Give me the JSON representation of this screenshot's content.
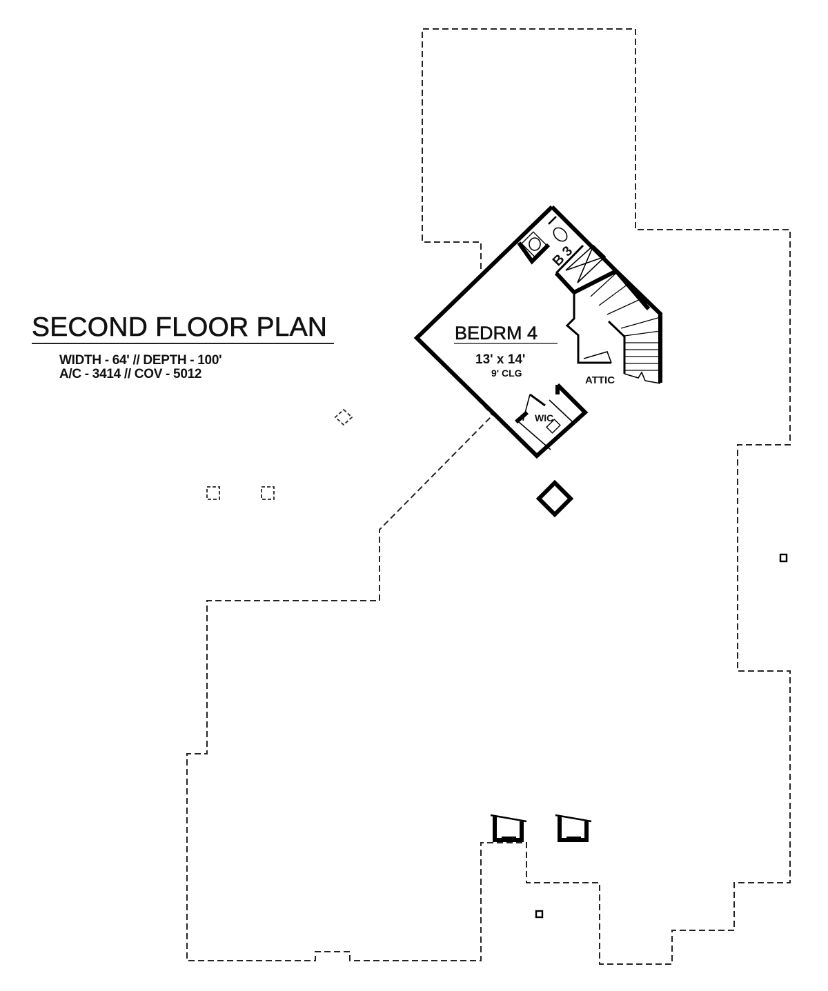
{
  "plan": {
    "title": "SECOND FLOOR PLAN",
    "stats_line1": "WIDTH - 64' // DEPTH - 100'",
    "stats_line2": "A/C - 3414 // COV - 5012",
    "stats": {
      "width": "64'",
      "depth": "100'",
      "ac_sqft": 3414,
      "cov_sqft": 5012
    }
  },
  "rooms": [
    {
      "id": "bedrm4",
      "name": "BEDRM 4",
      "size": "13' x 14'",
      "ceiling": "9' CLG"
    },
    {
      "id": "bath3",
      "name": "B 3"
    },
    {
      "id": "wic",
      "name": "WIC"
    },
    {
      "id": "attic",
      "name": "ATTIC"
    }
  ],
  "colors": {
    "line": "#000000",
    "background": "#ffffff"
  }
}
